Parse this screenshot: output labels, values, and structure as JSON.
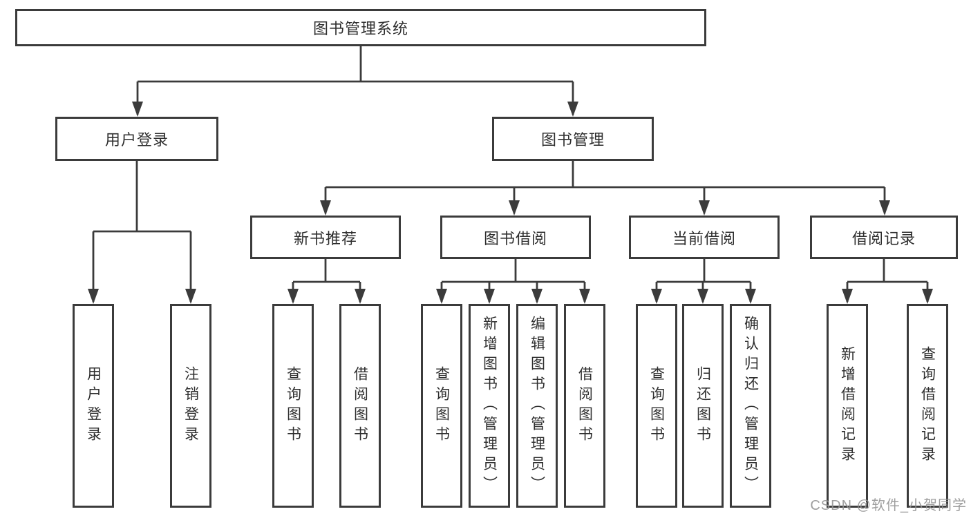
{
  "tree": {
    "label": "图书管理系统",
    "children": [
      {
        "label": "用户登录",
        "children": [
          {
            "label": "用户登录"
          },
          {
            "label": "注销登录"
          }
        ]
      },
      {
        "label": "图书管理",
        "children": [
          {
            "label": "新书推荐",
            "children": [
              {
                "label": "查询图书"
              },
              {
                "label": "借阅图书"
              }
            ]
          },
          {
            "label": "图书借阅",
            "children": [
              {
                "label": "查询图书"
              },
              {
                "label": "新增图书（管理员）"
              },
              {
                "label": "编辑图书（管理员）"
              },
              {
                "label": "借阅图书"
              }
            ]
          },
          {
            "label": "当前借阅",
            "children": [
              {
                "label": "查询图书"
              },
              {
                "label": "归还图书"
              },
              {
                "label": "确认归还（管理员）"
              }
            ]
          },
          {
            "label": "借阅记录",
            "children": [
              {
                "label": "新增借阅记录"
              },
              {
                "label": "查询借阅记录"
              }
            ]
          }
        ]
      }
    ]
  },
  "watermark": {
    "text": "CSDN @软件_小贺同学"
  },
  "colors": {
    "line": "#3b3b3b",
    "text": "#2e2e2e",
    "background": "#ffffff",
    "watermark": "#949494"
  }
}
